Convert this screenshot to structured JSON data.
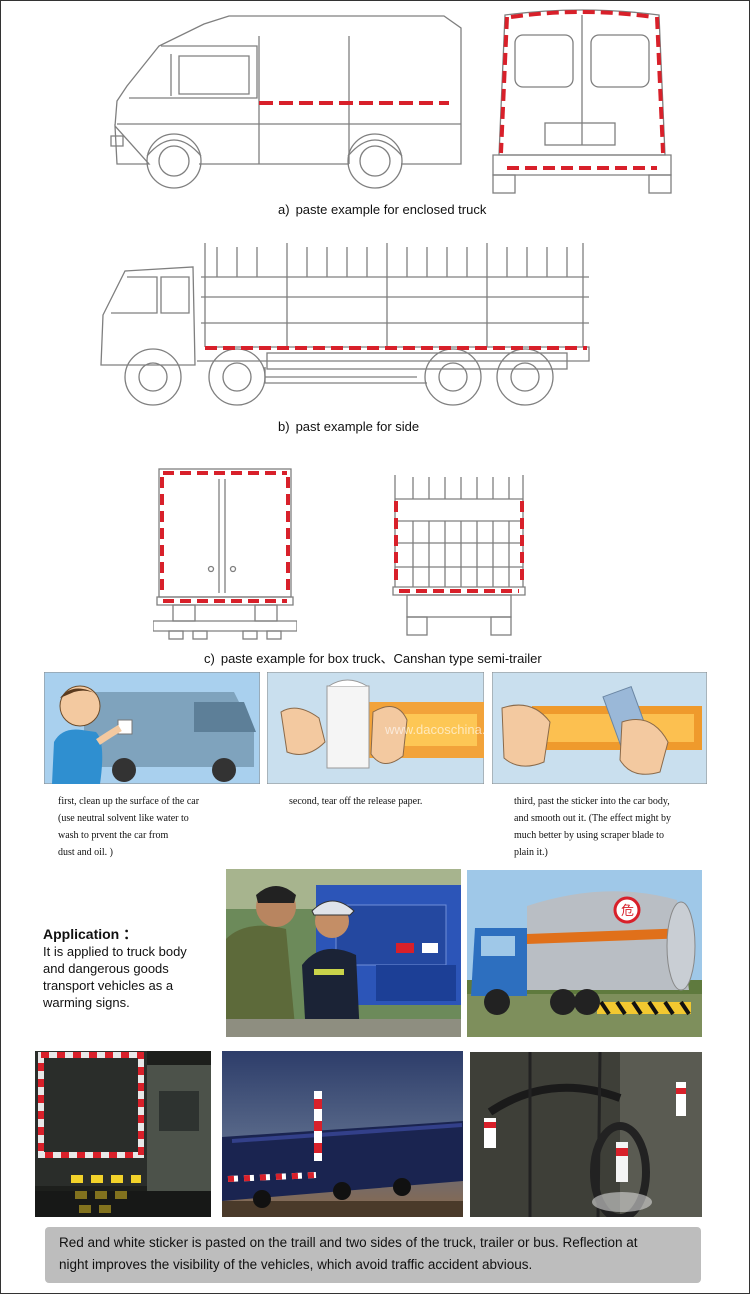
{
  "captions": {
    "a": {
      "label": "a)",
      "text": "paste example for enclosed truck"
    },
    "b": {
      "label": "b)",
      "text": "past example for side"
    },
    "c": {
      "label": "c)",
      "text": "paste example for box truck、Canshan type semi-trailer"
    }
  },
  "steps": [
    {
      "lines": [
        "first, clean up the surface of the car",
        "(use neutral solvent like water to",
        "wash to prvent the car from",
        "dust and oil. )"
      ]
    },
    {
      "lines": [
        "second, tear off the  release paper."
      ]
    },
    {
      "lines": [
        "third,  past the sticker into the car body,",
        "and smooth out it. (The effect might by",
        "much better by using scraper blade to",
        "plain it.)"
      ]
    }
  ],
  "watermark": "www.dacoschina.com",
  "tanker_plate": "危",
  "application": {
    "heading": "Application ：",
    "lines": [
      "It is applied to truck body",
      "and dangerous goods",
      "transport vehicles as a",
      "warming signs."
    ]
  },
  "footer": {
    "lines": [
      "Red and white sticker is pasted on the traill and two sides of the truck, trailer or bus. Reflection at",
      "night improves the visibility of the vehicles, which avoid traffic accident abvious."
    ]
  },
  "colors": {
    "tape_red": "#d8202a",
    "tape_white": "#ffffff",
    "line": "#7f7f7f",
    "footer_bg": "#bdbdbd",
    "sky": "#9fc8e8"
  }
}
